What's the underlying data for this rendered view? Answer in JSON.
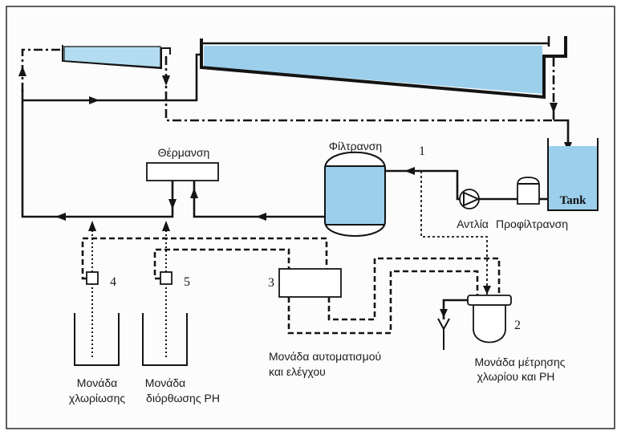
{
  "labels": {
    "heating": "Θέρμανση",
    "filtration": "Φίλτρανση",
    "pump": "Αντλία",
    "prefiltration": "Προφίλτρανση",
    "tank": "Tank",
    "automation_control_unit": [
      "Μονάδα αυτοματισμού",
      "και ελέγχου"
    ],
    "chlorine_ph_measurement_unit": [
      "Μονάδα μέτρησης",
      "χλωρίου και PH"
    ],
    "chlorination_unit": [
      "Μονάδα",
      "χλωρίωσης"
    ],
    "ph_correction_unit": [
      "Μονάδα",
      "διόρθωσης PH"
    ]
  },
  "markers": {
    "m1": "1",
    "m2": "2",
    "m3": "3",
    "m4": "4",
    "m5": "5"
  },
  "colors": {
    "water": "#9ccfeb",
    "water_light": "#b4dcf1",
    "line": "#141414",
    "background": "#fcfcfc"
  }
}
